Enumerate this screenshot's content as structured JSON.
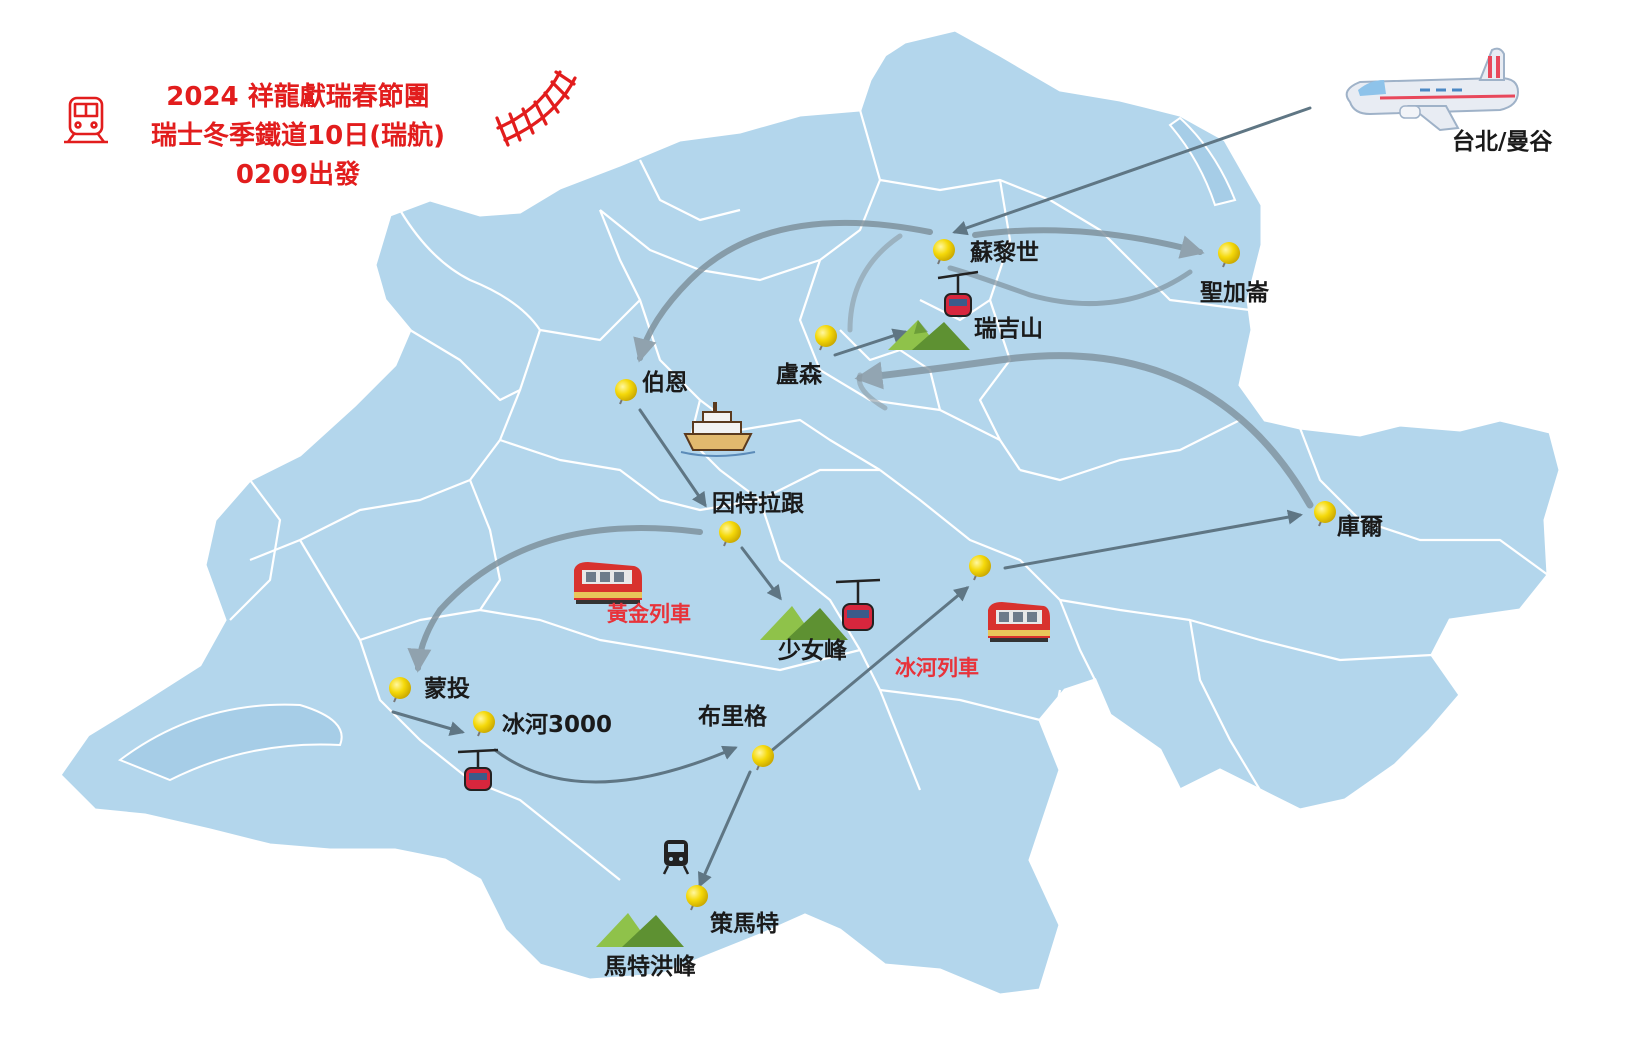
{
  "title": {
    "line1": "2024  祥龍獻瑞春節團",
    "line2": "瑞士冬季鐵道10日(瑞航)",
    "line3": "0209出發"
  },
  "colors": {
    "land": "#b3d6ec",
    "border": "#ffffff",
    "route": "#5f7684",
    "pin": "#f5d90a",
    "title": "#e21d1d",
    "train_label": "#e8333a",
    "mountain": "#79ad3a"
  },
  "origin": {
    "label": "台北/曼谷",
    "icon": "airplane-icon"
  },
  "cities": {
    "zurich": "蘇黎世",
    "st_gallen": "聖加崙",
    "rigi": "瑞吉山",
    "lucerne": "盧森",
    "bern": "伯恩",
    "interlaken": "因特拉跟",
    "jungfrau": "少女峰",
    "chur": "庫爾",
    "montreux": "蒙投",
    "glacier3000": "冰河3000",
    "brig": "布里格",
    "zermatt": "策馬特",
    "matterhorn": "馬特洪峰"
  },
  "trains": {
    "golden_pass": "黃金列車",
    "glacier_express": "冰河列車"
  }
}
